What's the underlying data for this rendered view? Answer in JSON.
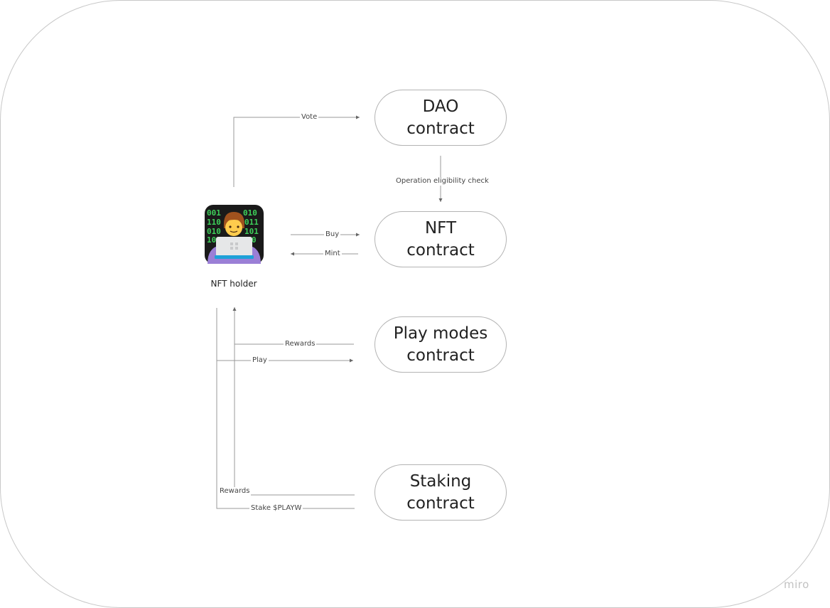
{
  "diagram": {
    "actor": {
      "label": "NFT holder",
      "icon": "technologist-icon"
    },
    "nodes": {
      "dao": "DAO\ncontract",
      "nft": "NFT\ncontract",
      "play_modes": "Play modes\ncontract",
      "staking": "Staking\ncontract"
    },
    "edges": {
      "vote": "Vote",
      "eligibility": "Operation eligibility check",
      "buy": "Buy",
      "mint": "Mint",
      "play_rewards": "Rewards",
      "play": "Play",
      "stake_rewards": "Rewards",
      "stake": "Stake $PLAYW"
    },
    "watermark": "miro"
  },
  "colors": {
    "icon_bg": "#1a1a1a",
    "binary_digits": "#3ecf5a",
    "skin": "#ffcc4d",
    "hair": "#a0521e",
    "laptop": "#e6e7e8",
    "shirt": "#9b7fd6",
    "wire": "#9a9a9a"
  }
}
